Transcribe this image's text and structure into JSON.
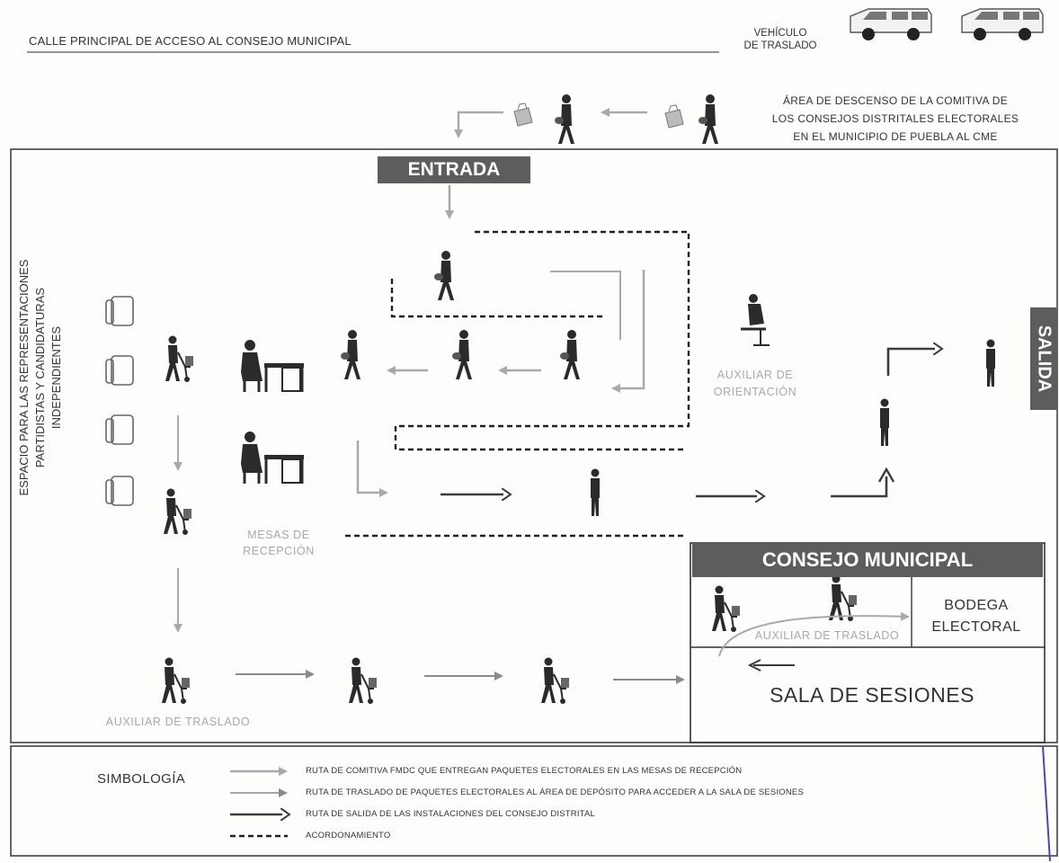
{
  "header": {
    "street_label": "CALLE PRINCIPAL DE ACCESO AL CONSEJO MUNICIPAL",
    "vehicle_label_line1": "VEHÍCULO",
    "vehicle_label_line2": "DE TRASLADO"
  },
  "descent_area": {
    "line1": "ÁREA DE DESCENSO DE LA COMITIVA DE",
    "line2": "LOS CONSEJOS DISTRITALES ELECTORALES",
    "line3": "EN EL MUNICIPIO DE PUEBLA AL CME"
  },
  "zones": {
    "entrada": "ENTRADA",
    "salida": "SALIDA",
    "consejo_municipal": "CONSEJO MUNICIPAL",
    "bodega_line1": "BODEGA",
    "bodega_line2": "ELECTORAL",
    "sala_de_sesiones": "SALA DE SESIONES"
  },
  "labels": {
    "auxiliar_orientacion_line1": "AUXILIAR DE",
    "auxiliar_orientacion_line2": "ORIENTACIÓN",
    "mesas_line1": "MESAS DE",
    "mesas_line2": "RECEPCIÓN",
    "auxiliar_traslado_bodega": "AUXILIAR DE TRASLADO",
    "auxiliar_traslado_bottom": "AUXILIAR DE TRASLADO",
    "representaciones_line1": "ESPACIO PARA LAS REPRESENTACIONES",
    "representaciones_line2": "PARTIDISTAS Y CANDIDATURAS",
    "representaciones_line3": "INDEPENDIENTES"
  },
  "legend": {
    "title": "SIMBOLOGÍA",
    "items": [
      {
        "text": "RUTA DE COMITIVA FMDC QUE ENTREGAN PAQUETES ELECTORALES EN LAS MESAS DE RECEPCIÓN",
        "color": "#a9a9a9"
      },
      {
        "text": "RUTA DE TRASLADO DE PAQUETES ELECTORALES AL ÁREA DE DEPÓSITO PARA ACCEDER A LA SALA DE SESIONES",
        "color": "#8a8a8a"
      },
      {
        "text": "RUTA DE SALIDA DE LAS INSTALACIONES DEL CONSEJO DISTRITAL",
        "color": "#3c3c3c"
      },
      {
        "text": "ACORDONAMIENTO",
        "color": "#222222"
      }
    ]
  },
  "colors": {
    "banner": "#5d5d5d",
    "route_light": "#a9a9a9",
    "route_mid": "#8a8a8a",
    "route_dark": "#3c3c3c",
    "accent_purple": "#5a3fb8"
  }
}
